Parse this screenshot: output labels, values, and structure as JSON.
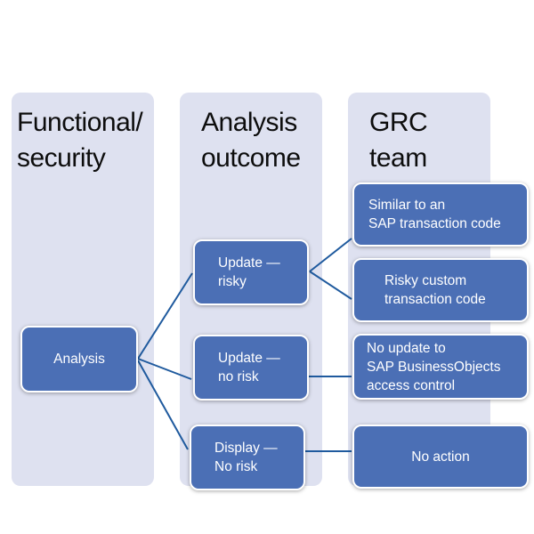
{
  "lanes": [
    {
      "title": "Functional/\nsecurity"
    },
    {
      "title": "Analysis\noutcome"
    },
    {
      "title": "GRC team"
    }
  ],
  "nodes": {
    "analysis": "Analysis",
    "update_risky": "Update —\nrisky",
    "update_no_risk": "Update —\nno risk",
    "display_no_risk": "Display —\nNo risk",
    "similar_sap": "Similar to an\nSAP transaction code",
    "risky_custom": "Risky custom\ntransaction code",
    "no_update": "No update to\nSAP BusinessObjects\naccess control",
    "no_action": "No action"
  },
  "colors": {
    "lane_bg": "#dee1f0",
    "node_fill": "#4b6fb5",
    "connector": "#1f5a9e"
  }
}
